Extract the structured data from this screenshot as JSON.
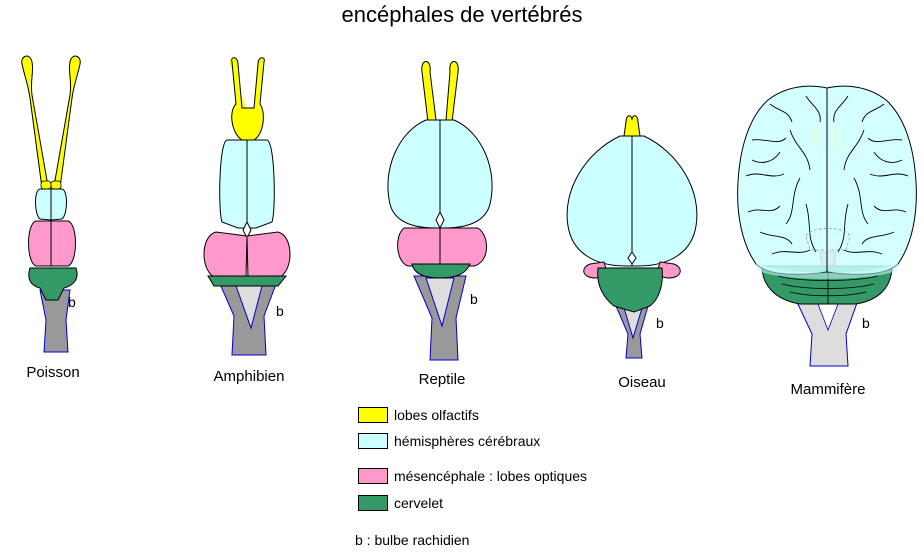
{
  "title": "encéphales de vertébrés",
  "colors": {
    "olfactory": "#ffff00",
    "hemispheres": "#ccffff",
    "optic": "#ff99cc",
    "cerebellum": "#339966",
    "medulla": "#999999",
    "medulla_light": "#dddddd",
    "outline_blue": "#0000cc"
  },
  "animals": [
    {
      "id": "poisson",
      "label": "Poisson",
      "medulla_label": "b"
    },
    {
      "id": "amphibien",
      "label": "Amphibien",
      "medulla_label": "b"
    },
    {
      "id": "reptile",
      "label": "Reptile",
      "medulla_label": "b"
    },
    {
      "id": "oiseau",
      "label": "Oiseau",
      "medulla_label": "b"
    },
    {
      "id": "mammifere",
      "label": "Mammifère",
      "medulla_label": "b"
    }
  ],
  "legend": [
    {
      "key": "olfactory",
      "label": "lobes olfactifs"
    },
    {
      "key": "hemispheres",
      "label": "hémisphères cérébraux"
    },
    {
      "key": "optic",
      "label": "mésencéphale : lobes optiques"
    },
    {
      "key": "cerebellum",
      "label": "cervelet"
    }
  ],
  "note": "b : bulbe rachidien"
}
